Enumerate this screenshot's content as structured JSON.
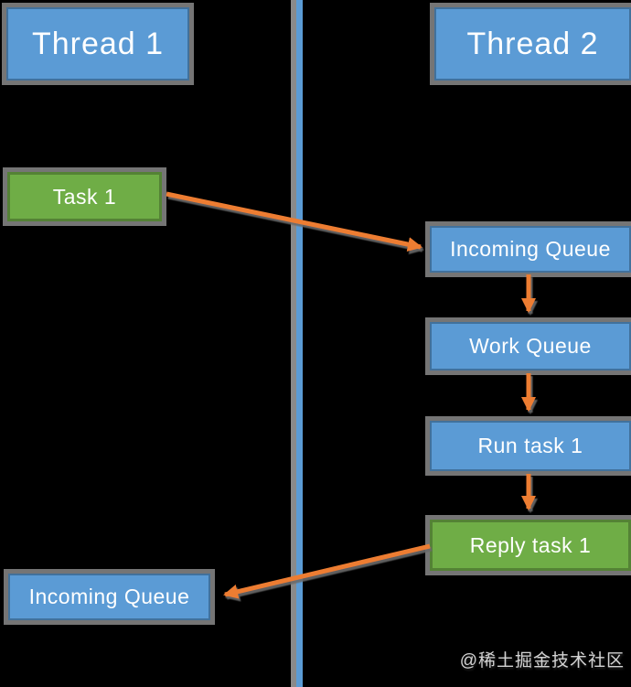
{
  "canvas": {
    "background": "#000000"
  },
  "colors": {
    "blue_fill": "#5B9BD5",
    "blue_border": "#41719C",
    "green_fill": "#6FAD46",
    "green_border": "#548235",
    "arrow": "#ED7D31",
    "shadow": "#757575",
    "divider": "#5B9BD5"
  },
  "threads": {
    "thread1": "Thread 1",
    "thread2": "Thread 2"
  },
  "nodes": {
    "task1": "Task 1",
    "incoming_queue_right": "Incoming Queue",
    "work_queue": "Work Queue",
    "run_task1": "Run task 1",
    "reply_task1": "Reply task 1",
    "incoming_queue_left": "Incoming Queue"
  },
  "watermark": "@稀土掘金技术社区"
}
